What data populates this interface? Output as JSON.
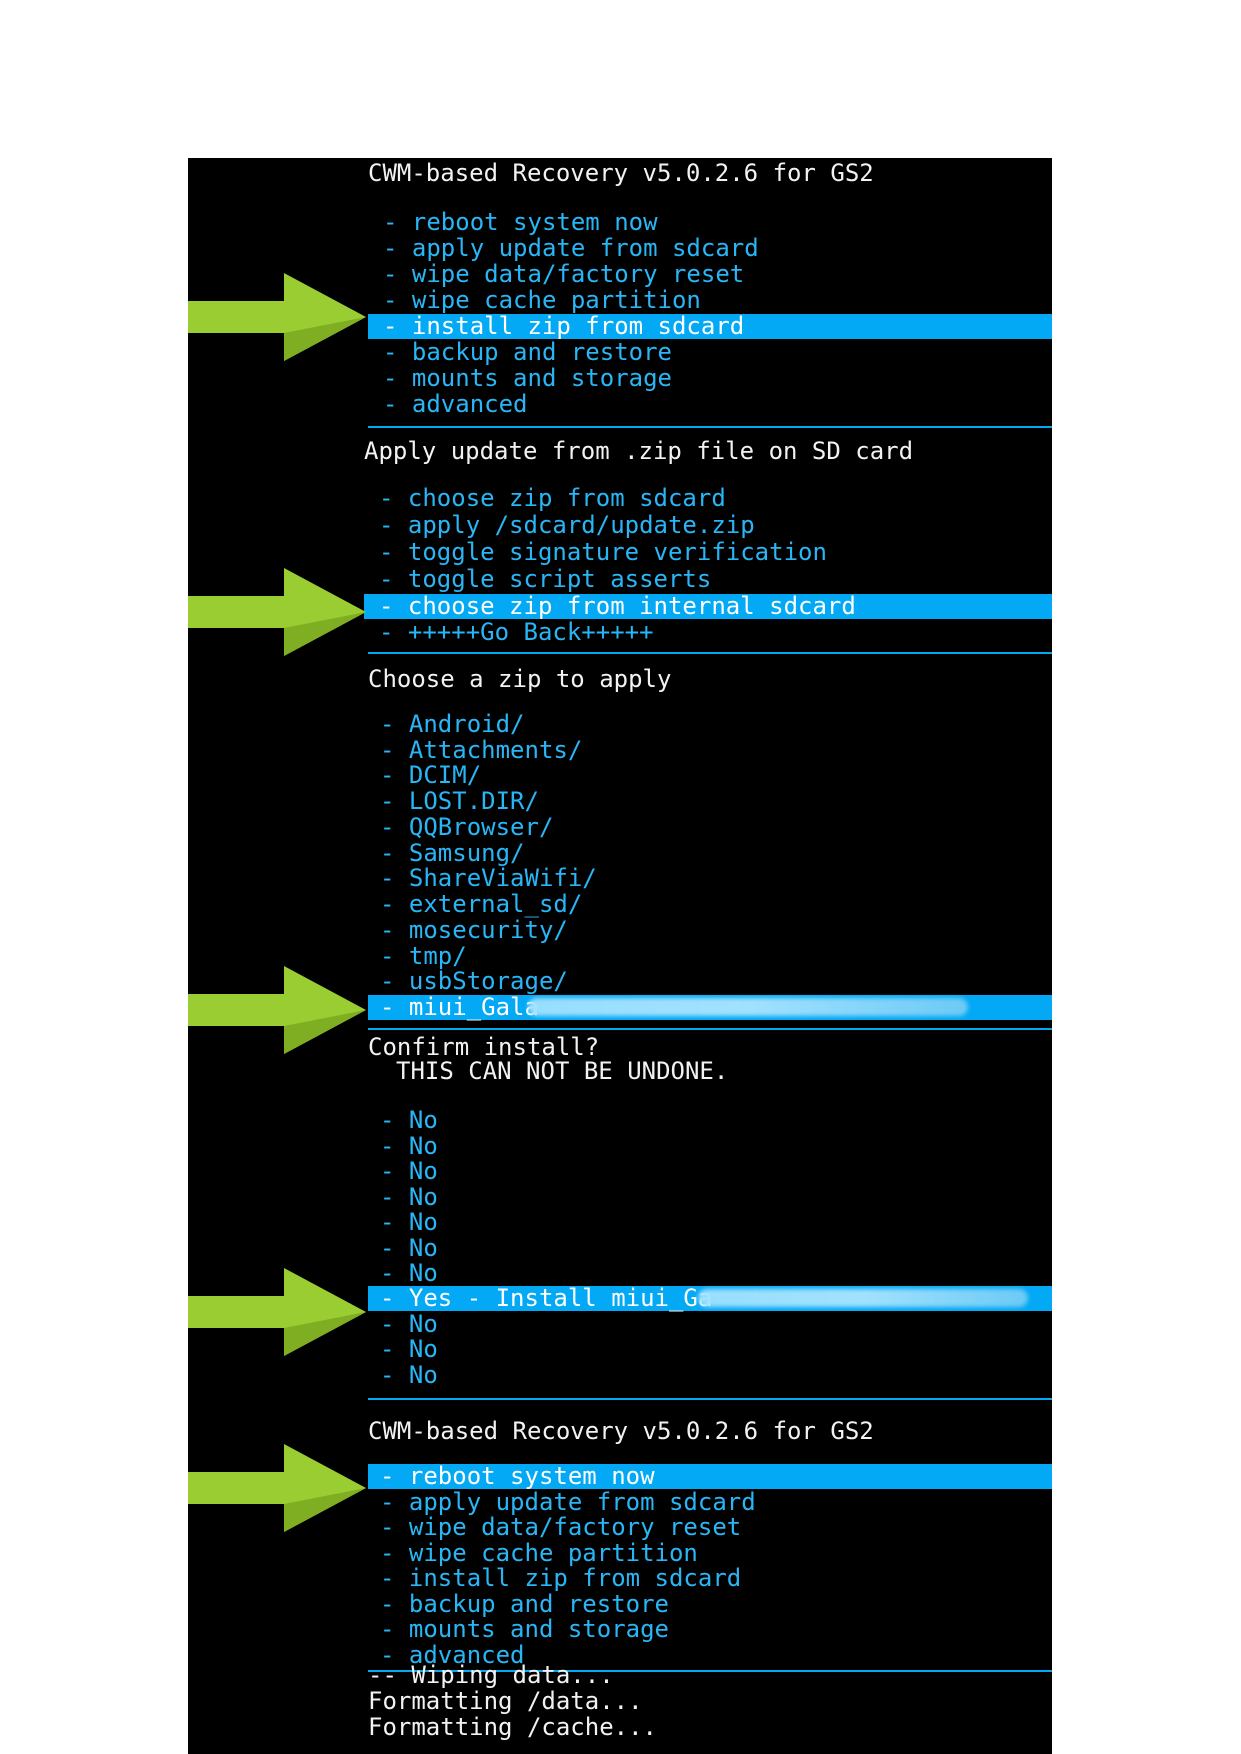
{
  "colors": {
    "background": "#000000",
    "accent": "#03a9f4",
    "menu_text": "#29b6f6",
    "arrow": "#9acd32"
  },
  "panel1": {
    "title": "CWM-based Recovery v5.0.2.6 for GS2",
    "items": [
      "- reboot system now",
      "- apply update from sdcard",
      "- wipe data/factory reset",
      "- wipe cache partition",
      "- install zip from sdcard",
      "- backup and restore",
      "- mounts and storage",
      "- advanced"
    ],
    "selected_index": 4
  },
  "panel2": {
    "title": "Apply update from .zip file on SD card",
    "items": [
      "- choose zip from sdcard",
      "- apply /sdcard/update.zip",
      "- toggle signature verification",
      "- toggle script asserts",
      "- choose zip from internal sdcard",
      "- +++++Go Back+++++"
    ],
    "selected_index": 4
  },
  "panel3": {
    "title": "Choose a zip to apply",
    "items": [
      "- Android/",
      "- Attachments/",
      "- DCIM/",
      "- LOST.DIR/",
      "- QQBrowser/",
      "- Samsung/",
      "- ShareViaWifi/",
      "- external_sd/",
      "- mosecurity/",
      "- tmp/",
      "- usbStorage/",
      "- miui_Gala"
    ],
    "selected_index": 11
  },
  "panel4": {
    "title": "Confirm install?",
    "subtitle": "THIS CAN NOT BE UNDONE.",
    "items": [
      "- No",
      "- No",
      "- No",
      "- No",
      "- No",
      "- No",
      "- No",
      "- Yes - Install miui_Ga",
      "- No",
      "- No",
      "- No"
    ],
    "selected_index": 7
  },
  "panel5": {
    "title": "CWM-based Recovery v5.0.2.6 for GS2",
    "items": [
      "- reboot system now",
      "- apply update from sdcard",
      "- wipe data/factory reset",
      "- wipe cache partition",
      "- install zip from sdcard",
      "- backup and restore",
      "- mounts and storage",
      "- advanced"
    ],
    "selected_index": 0
  },
  "log": [
    "-- Wiping data...",
    "Formatting /data...",
    "Formatting /cache..."
  ]
}
